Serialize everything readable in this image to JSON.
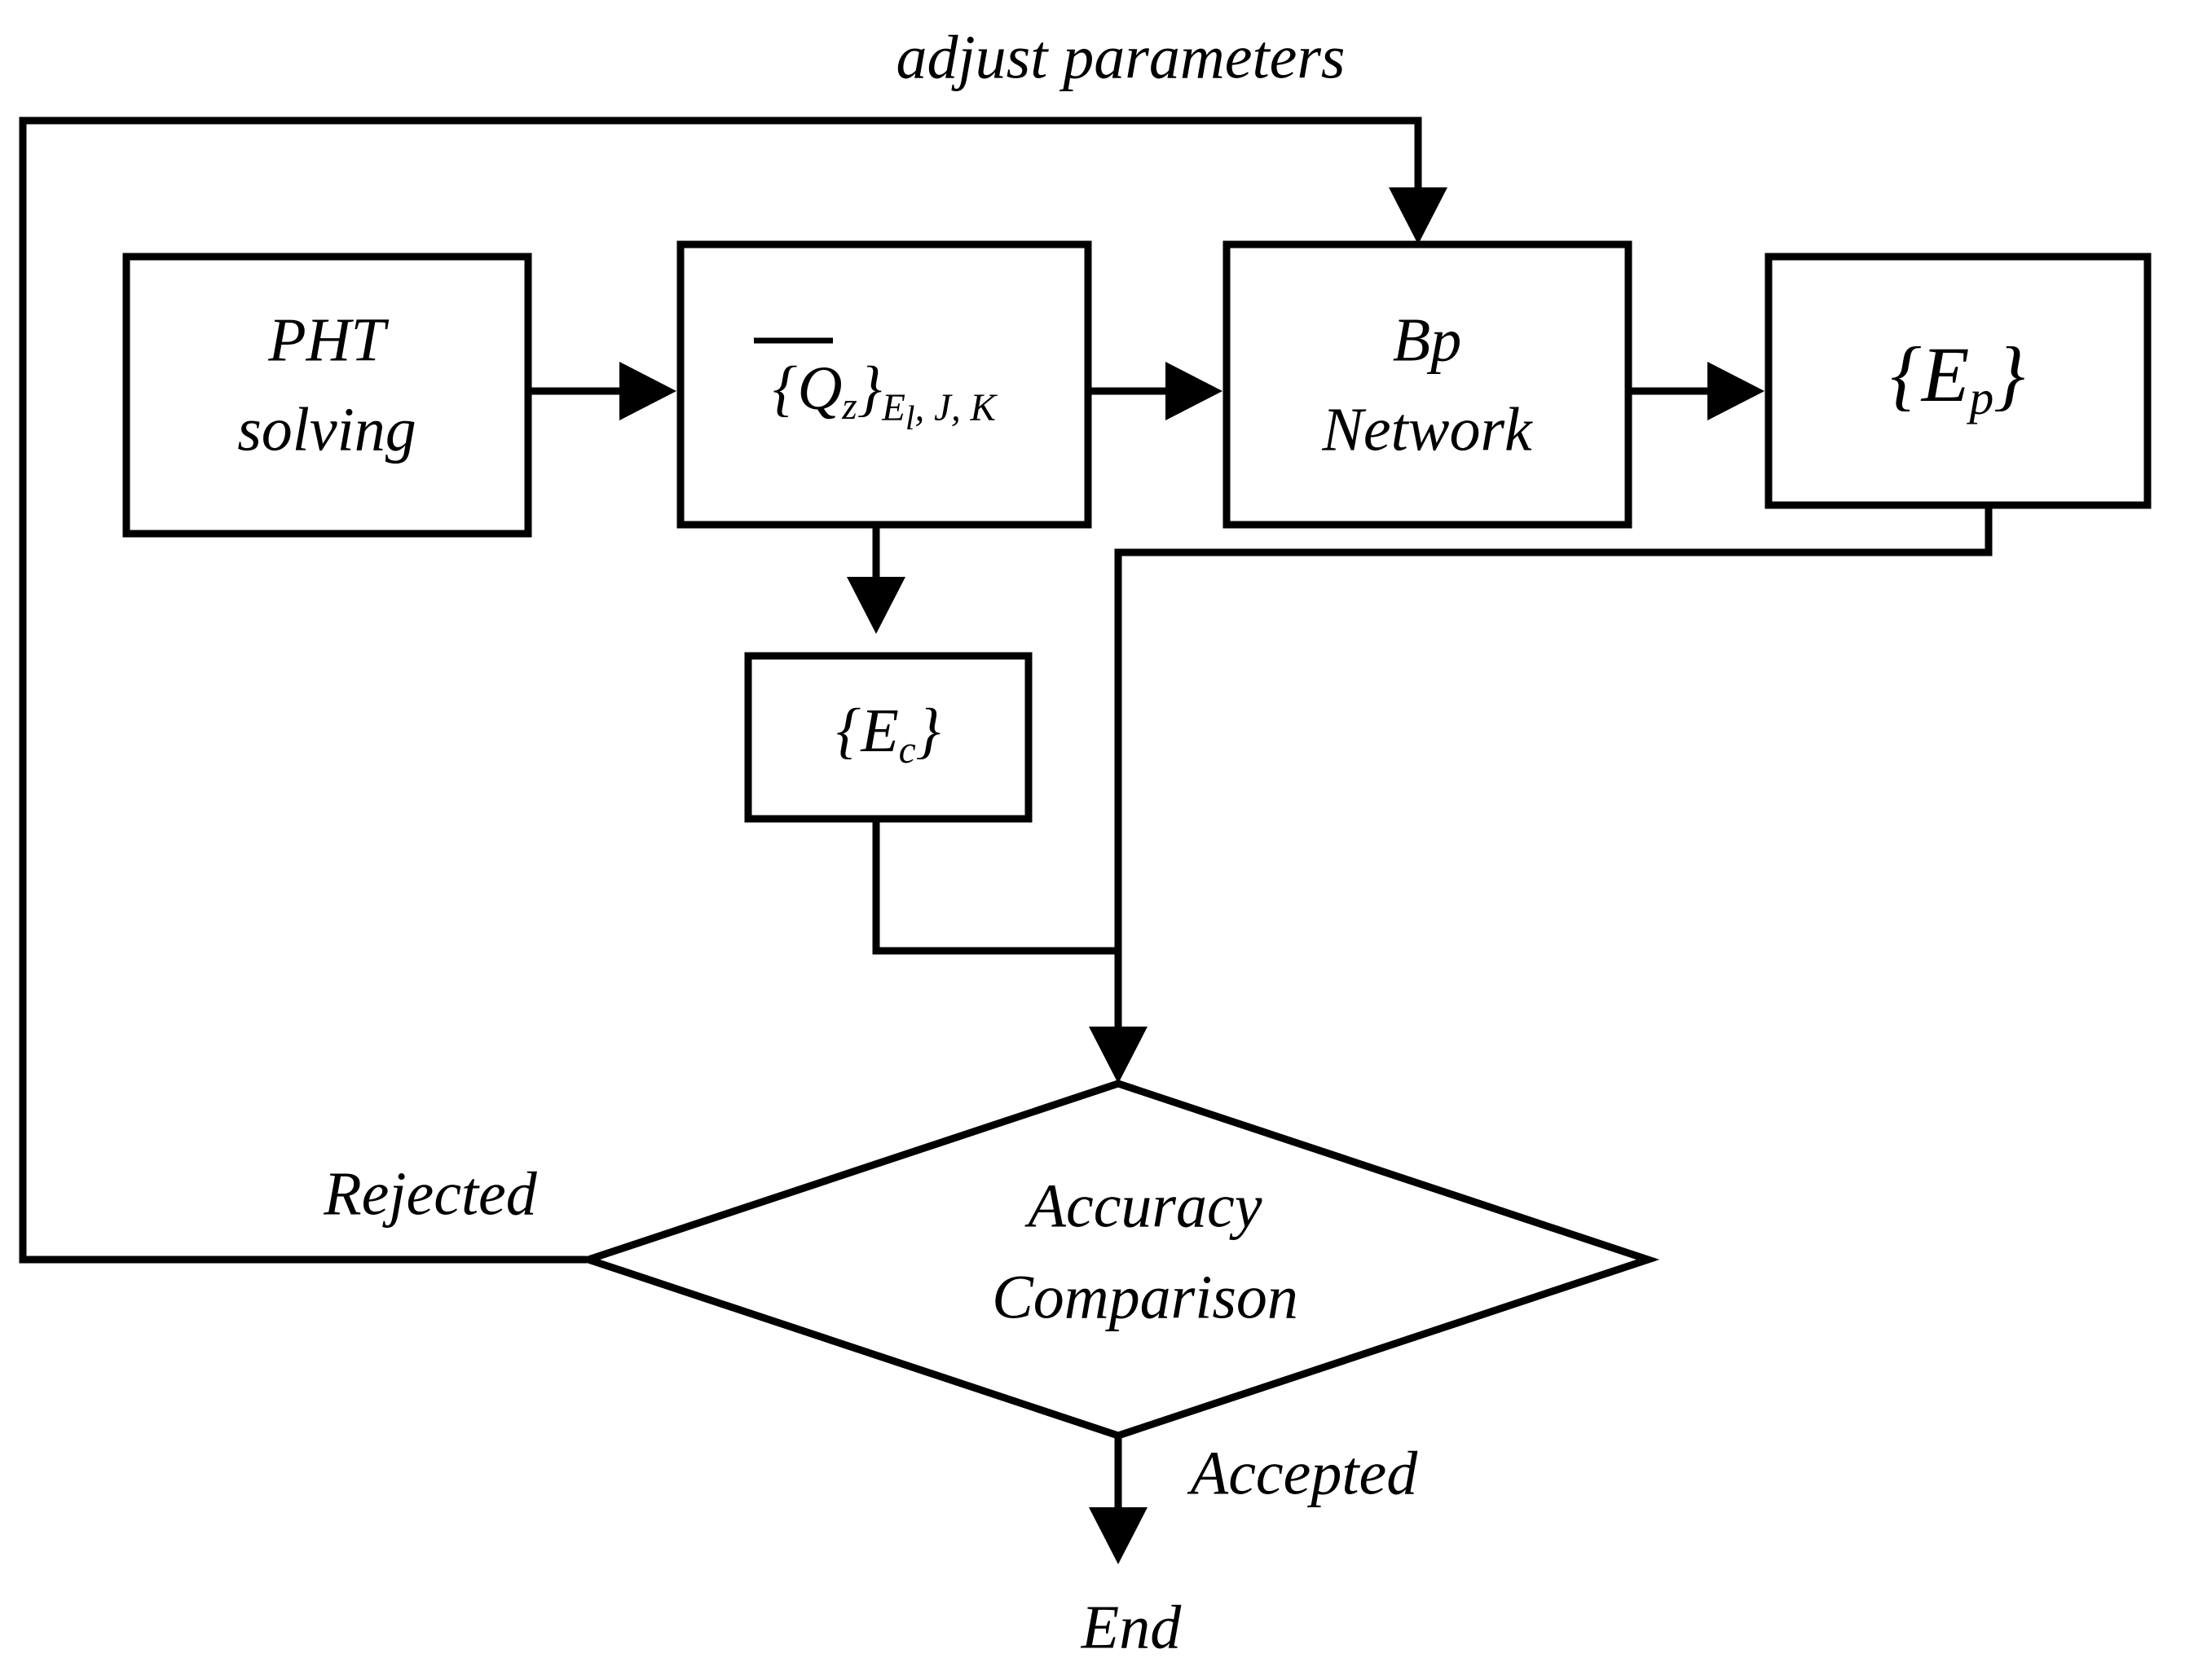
{
  "diagram": {
    "title": "PHT solving and Bp Network accuracy comparison flowchart",
    "background_color": "#ffffff",
    "line_color": "#000000",
    "nodes": [
      {
        "id": "pht-solving",
        "type": "process",
        "label_line1": "PHT",
        "label_line2": "solving"
      },
      {
        "id": "qz-set",
        "type": "process",
        "label_main": "{Q",
        "label_sub_z": "z",
        "label_close": "}",
        "label_subscript": "E",
        "label_subscript_sub": "l",
        "label_subscript_rest": ", J, K",
        "plain_text": "{Q̄z}El,J,K"
      },
      {
        "id": "bp-network",
        "type": "process",
        "label_line1": "Bp",
        "label_line2": "Network"
      },
      {
        "id": "ep-set",
        "type": "process",
        "label_main": "{E",
        "label_sub": "p",
        "label_close": "}",
        "plain_text": "{Ep}"
      },
      {
        "id": "ec-set",
        "type": "process",
        "label_main": "{E",
        "label_sub": "c",
        "label_close": "}",
        "plain_text": "{Ec}"
      },
      {
        "id": "accuracy-comparison",
        "type": "decision",
        "label_line1": "Accuracy",
        "label_line2": "Comparison"
      },
      {
        "id": "end",
        "type": "terminator",
        "label": "End"
      }
    ],
    "edge_labels": {
      "adjust_parameters": "adjust parameters",
      "rejected": "Rejected",
      "accepted": "Accepted"
    }
  }
}
